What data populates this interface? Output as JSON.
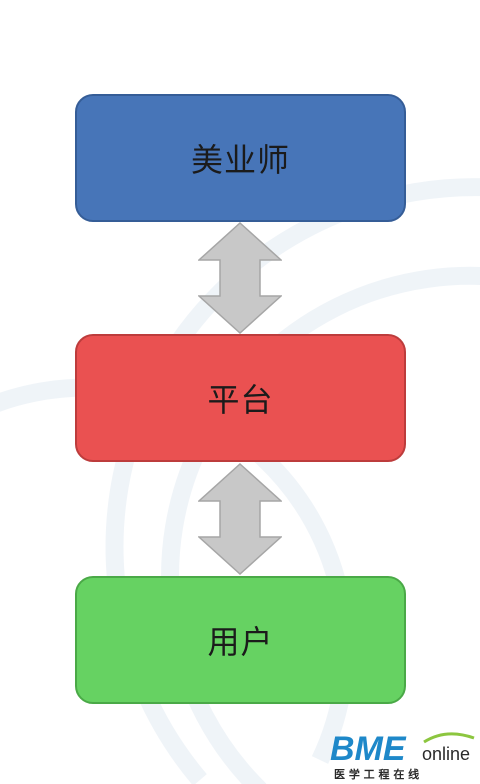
{
  "diagram": {
    "nodes": [
      {
        "id": "designer",
        "label": "美业师",
        "color": "#4775b8"
      },
      {
        "id": "platform",
        "label": "平台",
        "color": "#ea5151"
      },
      {
        "id": "user",
        "label": "用户",
        "color": "#66d262"
      }
    ],
    "edges": [
      {
        "from": "designer",
        "to": "platform",
        "type": "bidirectional"
      },
      {
        "from": "platform",
        "to": "user",
        "type": "bidirectional"
      }
    ]
  },
  "watermark": {
    "logo_main": "BME",
    "logo_suffix": "online",
    "logo_subtitle": "医 学 工 程 在 线"
  }
}
